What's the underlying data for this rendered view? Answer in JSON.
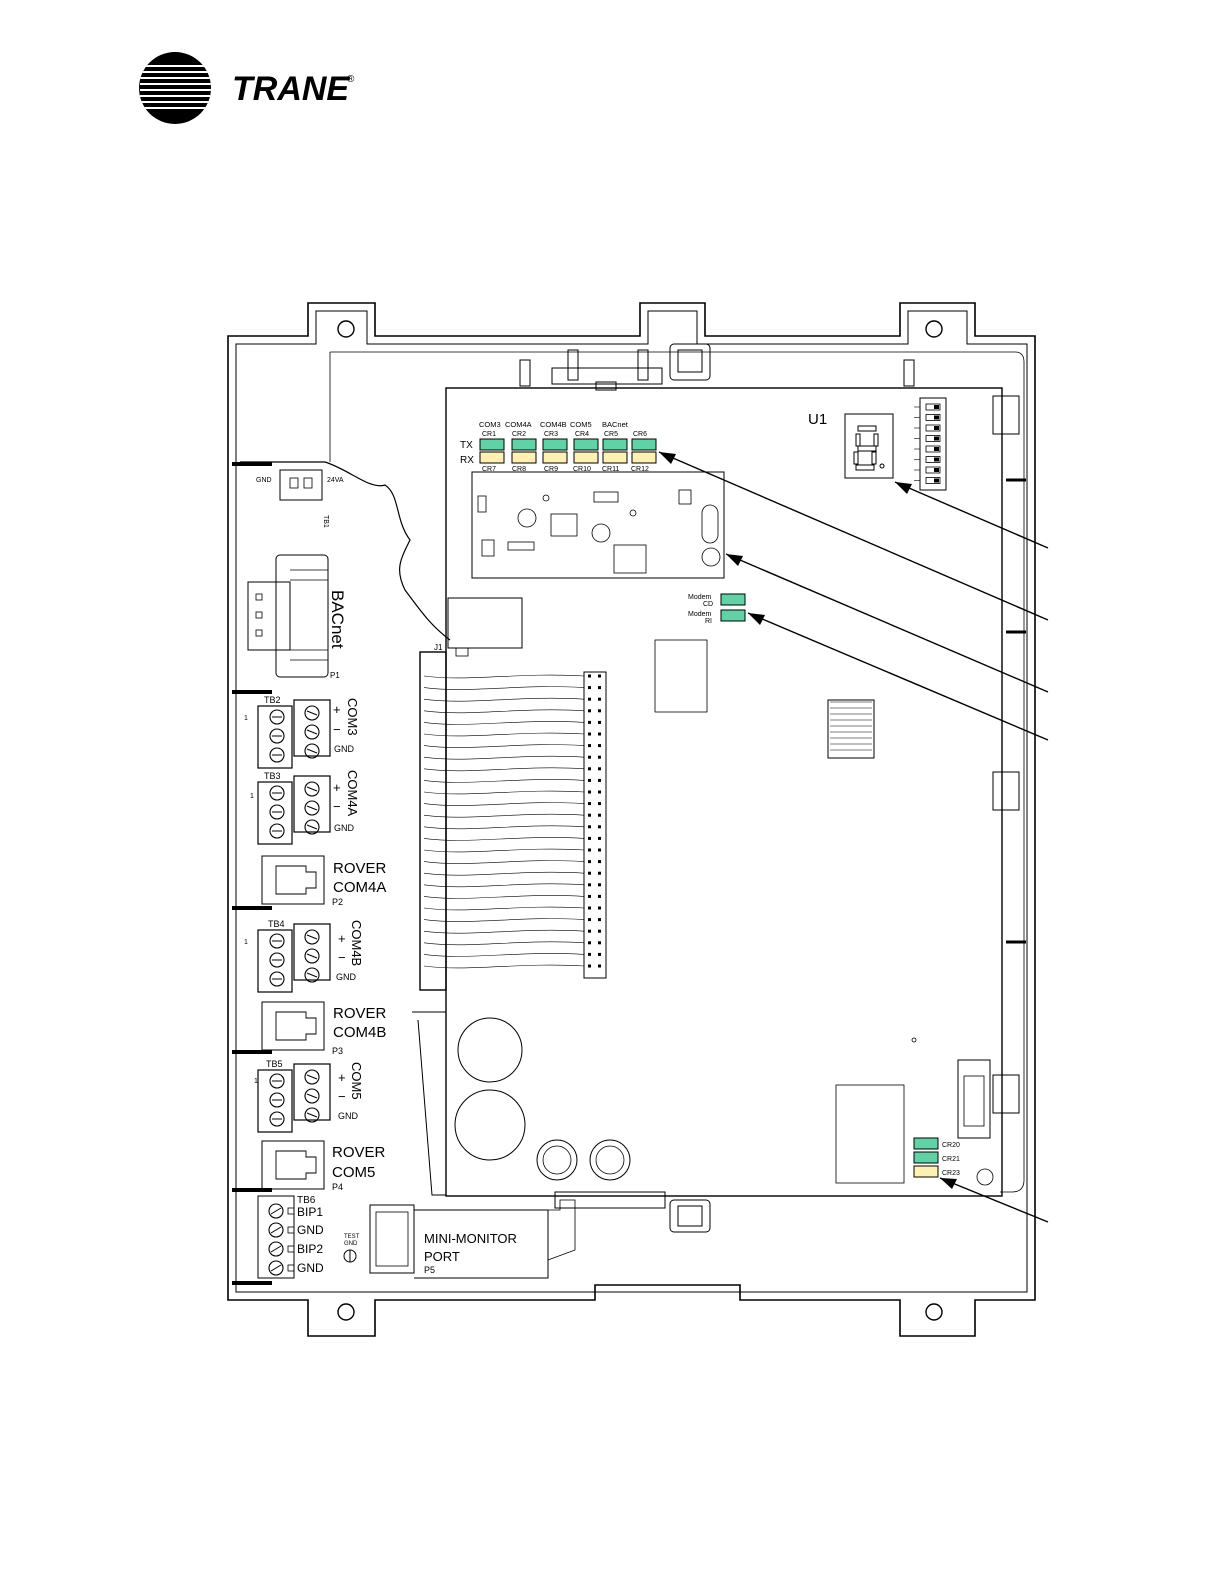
{
  "brand": {
    "name": "TRANE",
    "trademark": "®"
  },
  "colors": {
    "led_green": "#5fd3a6",
    "led_yellow": "#fff2b0",
    "ink": "#000000"
  },
  "display": {
    "label": "U1"
  },
  "leds": {
    "tx_label": "TX",
    "rx_label": "RX",
    "ports": [
      "COM3",
      "COM4A",
      "COM4B",
      "COM5",
      "BACnet"
    ],
    "tx": [
      "CR1",
      "CR2",
      "CR3",
      "CR4",
      "CR5",
      "CR6"
    ],
    "rx": [
      "CR7",
      "CR8",
      "CR9",
      "CR10",
      "CR11",
      "CR12"
    ],
    "modem": [
      {
        "line1": "Modem",
        "line2": "CD"
      },
      {
        "line1": "Modem",
        "line2": "RI"
      }
    ],
    "bottom": [
      "CR20",
      "CR21",
      "CR23"
    ]
  },
  "power": {
    "gnd": "GND",
    "vac": "24VA",
    "block": "TB1"
  },
  "bacnet_port": {
    "label": "BACnet",
    "ref": "P1"
  },
  "ribbon": {
    "ref": "J1"
  },
  "terminals": [
    {
      "block": "TB2",
      "plus": "+",
      "minus": "−",
      "name": "COM3",
      "gnd": "GND",
      "pin": "1"
    },
    {
      "block": "TB3",
      "plus": "+",
      "minus": "−",
      "name": "COM4A",
      "gnd": "GND",
      "pin": "1"
    },
    {
      "block": "TB4",
      "plus": "+",
      "minus": "−",
      "name": "COM4B",
      "gnd": "GND",
      "pin": "1"
    },
    {
      "block": "TB5",
      "plus": "+",
      "minus": "−",
      "name": "COM5",
      "gnd": "GND",
      "pin": "1"
    }
  ],
  "rovers": [
    {
      "line1": "ROVER",
      "line2": "COM4A",
      "ref": "P2"
    },
    {
      "line1": "ROVER",
      "line2": "COM4B",
      "ref": "P3"
    },
    {
      "line1": "ROVER",
      "line2": "COM5",
      "ref": "P4"
    }
  ],
  "tb6": {
    "block": "TB6",
    "labels": [
      "BIP1",
      "GND",
      "BIP2",
      "GND"
    ]
  },
  "test_gnd": {
    "line1": "TEST",
    "line2": "GND"
  },
  "mini_monitor": {
    "line1": "MINI-MONITOR",
    "line2": "PORT",
    "ref": "P5"
  }
}
